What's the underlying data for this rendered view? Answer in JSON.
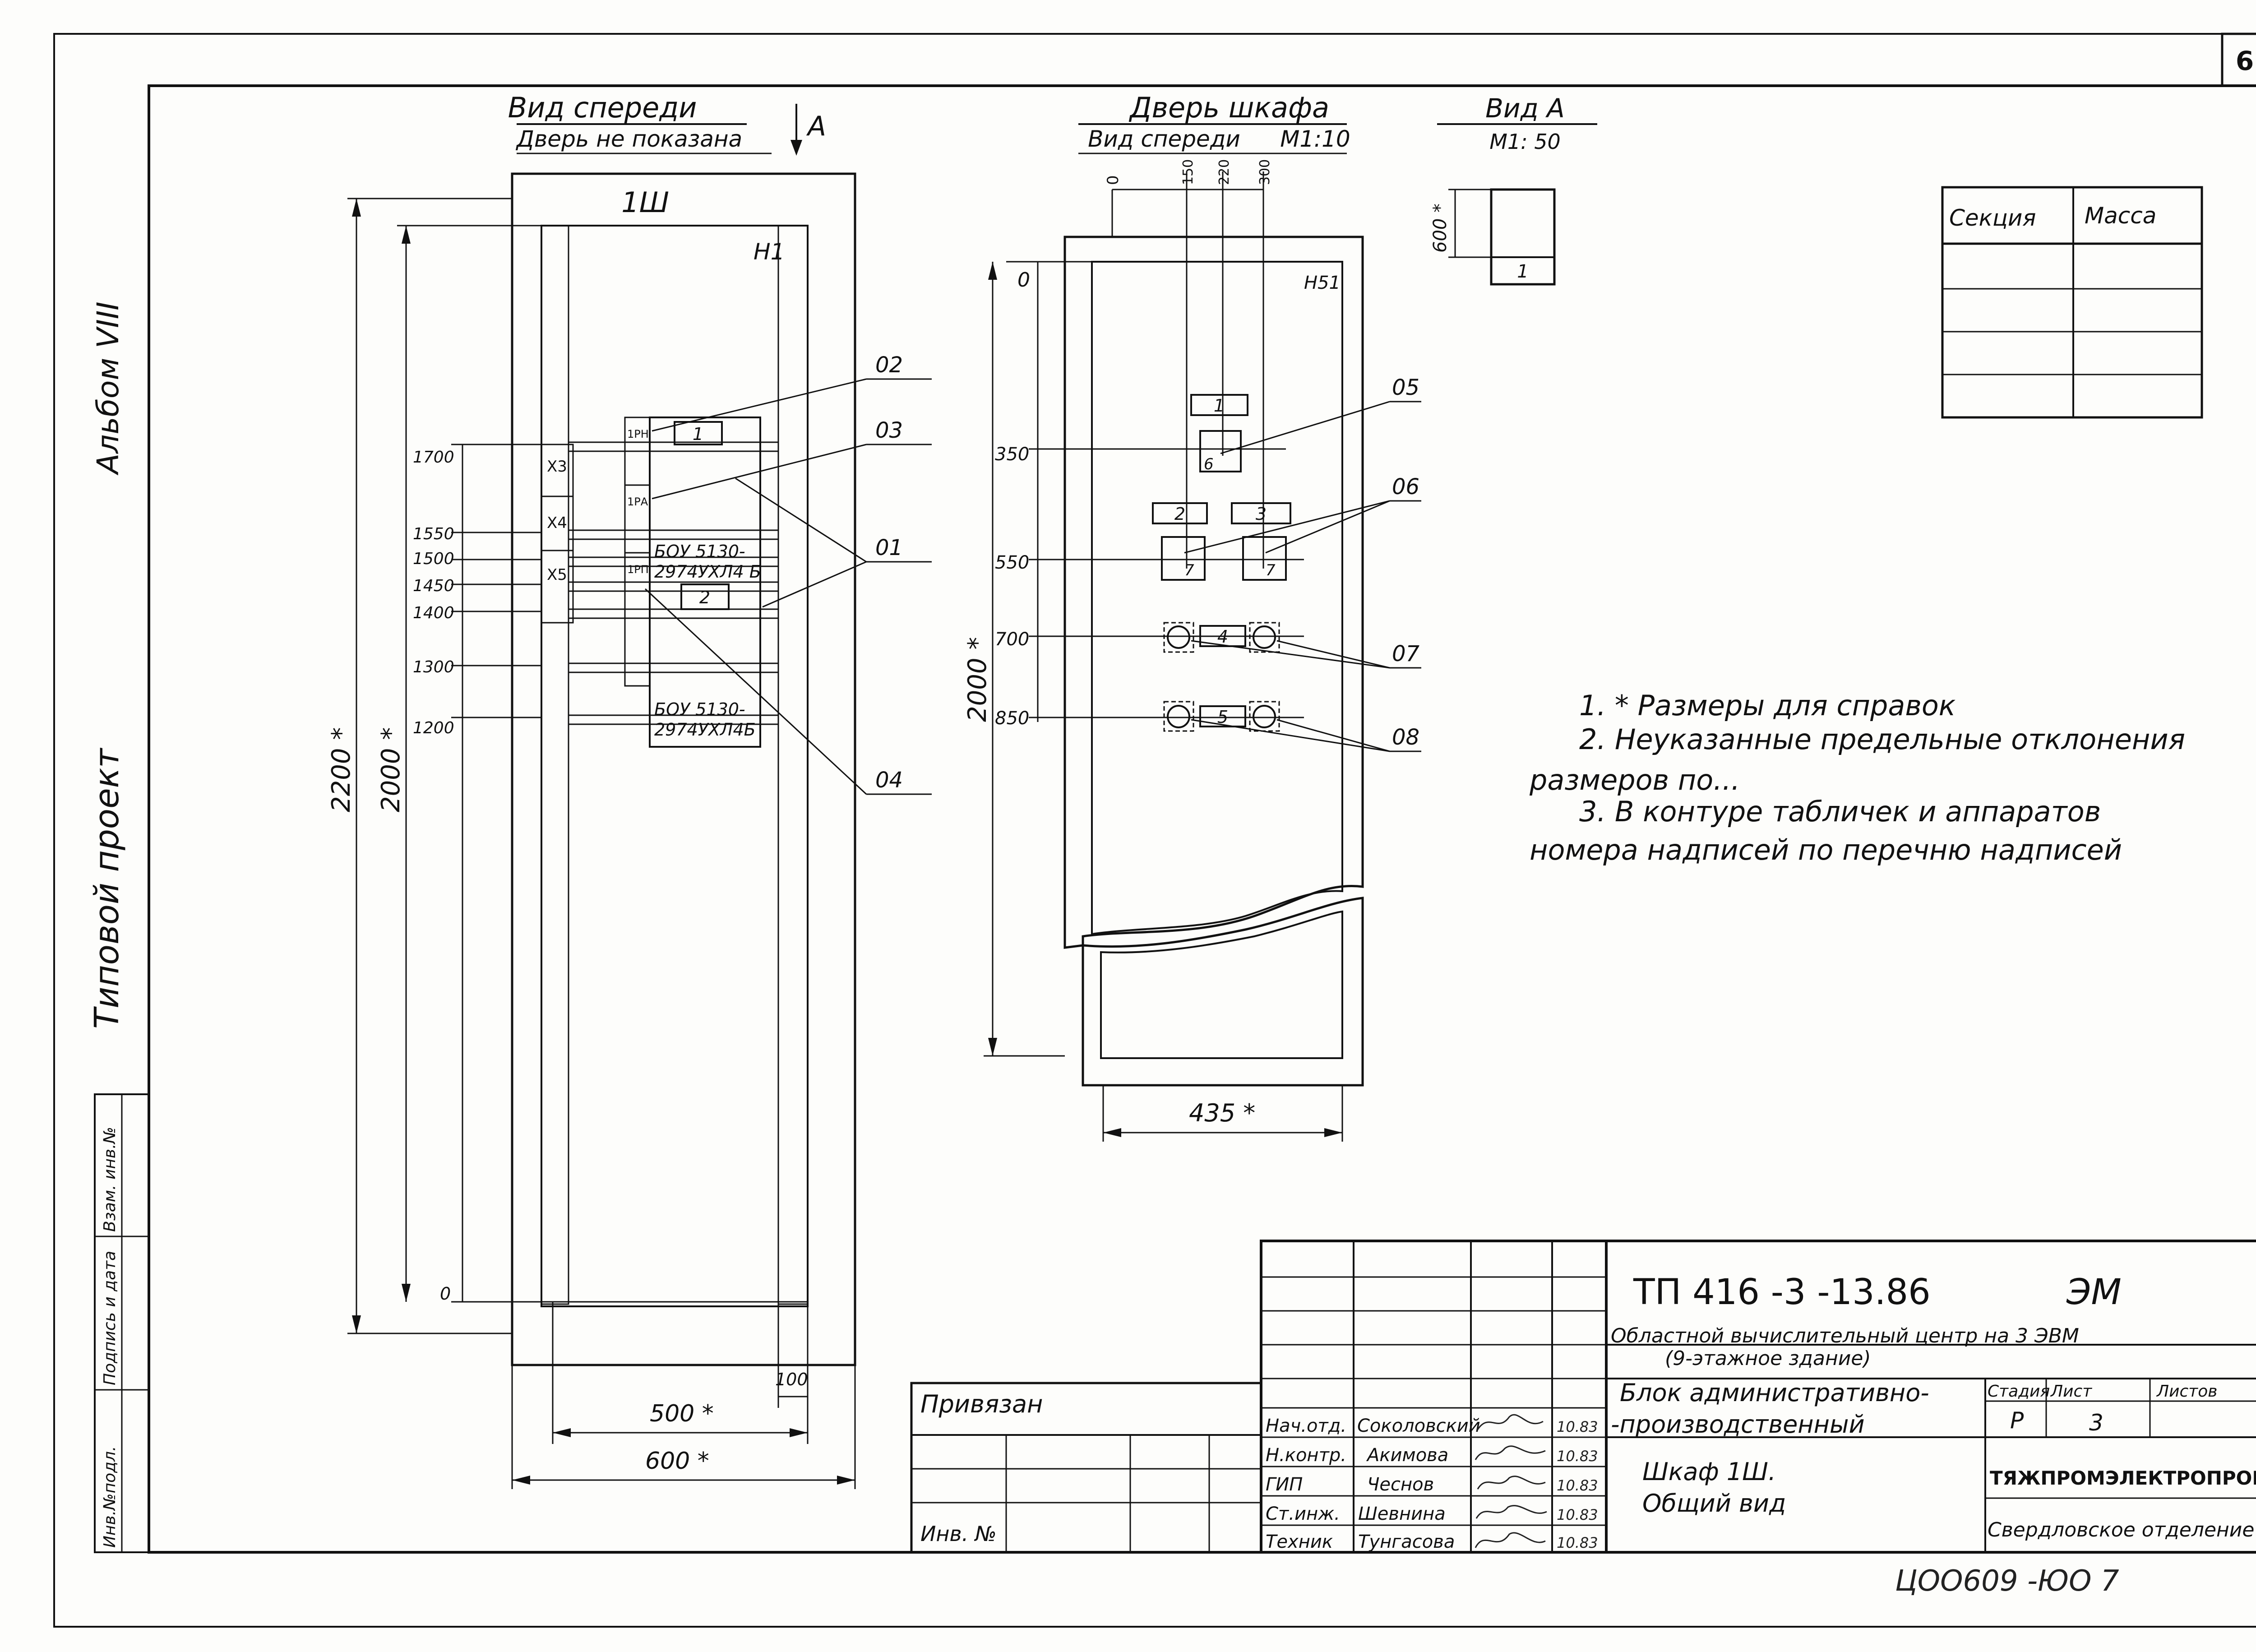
{
  "sheet_number": "6",
  "side_margin": {
    "album": "Альбом VIII",
    "project_type": "Типовой проект",
    "stamp_col1": "Инв.№подл.",
    "stamp_col2": "Подпись и дата",
    "stamp_col3": "Взам. инв.№"
  },
  "front_view": {
    "title": "Вид спереди",
    "subtitle": "Дверь не показана",
    "arrow_label": "A",
    "cabinet_label": "1Ш",
    "h_label": "Н1",
    "height_labels": [
      "1700",
      "1550",
      "1500",
      "1450",
      "1400",
      "1300",
      "1200",
      "0"
    ],
    "terminal_labels": [
      "X3",
      "X4",
      "X5"
    ],
    "device_labels": [
      "1РН",
      "1РА",
      "1РП"
    ],
    "device1": [
      "БОУ 5130-",
      "2974УХЛ4 Б"
    ],
    "device2": [
      "БОУ 5130-",
      "2974УХЛ4Б"
    ],
    "plate1": "1",
    "plate2": "2",
    "callouts": [
      "02",
      "03",
      "01",
      "04"
    ],
    "dim_2200": "2200 *",
    "dim_2000": "2000 *",
    "dim_500": "500 *",
    "dim_600": "600 *",
    "dim_100": "100"
  },
  "door_view": {
    "title": "Дверь шкафа",
    "subtitle": "Вид спереди",
    "scale": "М1:10",
    "top_dims": [
      "0",
      "150",
      "220",
      "300"
    ],
    "left_dims": [
      "0",
      "350",
      "550",
      "700",
      "850"
    ],
    "h_label": "Н51",
    "plates": [
      "1",
      "2",
      "3",
      "4",
      "5"
    ],
    "device_labels": [
      "6",
      "7",
      "7"
    ],
    "callouts": [
      "05",
      "06",
      "07",
      "08"
    ],
    "dim_2000": "2000 *",
    "dim_435": "435 *"
  },
  "view_a": {
    "title": "Вид А",
    "scale": "М1: 50",
    "dim": "600 *",
    "section": "1"
  },
  "mass_table": {
    "headers": [
      "Секция",
      "Масса"
    ],
    "rows": [
      [
        "",
        ""
      ],
      [
        "",
        ""
      ],
      [
        "",
        ""
      ],
      [
        "",
        ""
      ]
    ]
  },
  "notes": [
    "1. * Размеры для справок",
    "2. Неуказанные предельные отклонения",
    "размеров по...",
    "3. В контуре табличек и аппаратов",
    "номера надписей по перечню надписей"
  ],
  "title_block": {
    "code": "ТП 416 -3 -13.86",
    "mark": "ЭМ",
    "object_line1": "Областной вычислительный центр на 3 ЭВМ",
    "object_line2": "(9-этажное здание)",
    "building_line1": "Блок административно-",
    "building_line2": "-производственный",
    "drawing_line1": "Шкаф 1Ш.",
    "drawing_line2": "Общий вид",
    "stage_header": "Стадия",
    "sheet_header": "Лист",
    "sheets_header": "Листов",
    "stage": "Р",
    "sheet": "3",
    "sheets": "",
    "org": "ТЯЖПРОМЭЛЕКТРОПРОЕКТ",
    "branch": "Свердловское отделение",
    "bound": "Привязан",
    "inv": "Инв. №",
    "signatures": [
      {
        "role": "Нач.отд.",
        "name": "Соколовский",
        "date": "10.83"
      },
      {
        "role": "Н.контр.",
        "name": "Акимова",
        "date": "10.83"
      },
      {
        "role": "ГИП",
        "name": "Чеснов",
        "date": "10.83"
      },
      {
        "role": "Ст.инж.",
        "name": "Шевнина",
        "date": "10.83"
      },
      {
        "role": "Техник",
        "name": "Тунгасова",
        "date": "10.83"
      }
    ]
  },
  "archive_number": "ЦОО609 -ЮО 7"
}
